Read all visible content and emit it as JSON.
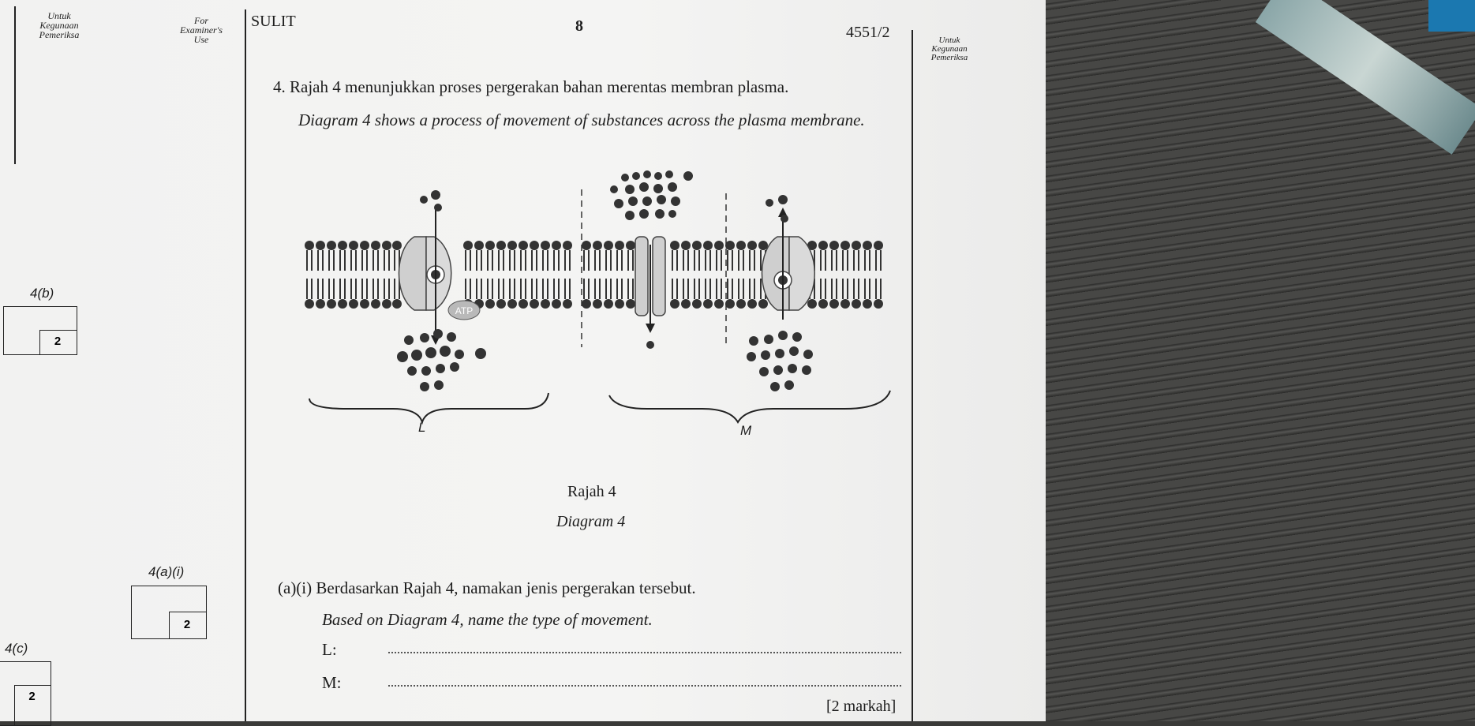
{
  "header": {
    "left_col_1": [
      "Untuk",
      "Kegunaan",
      "Pemeriksa"
    ],
    "left_col_2": [
      "For",
      "Examiner's",
      "Use"
    ],
    "sulit": "SULIT",
    "page_no": "8",
    "paper_code": "4551/2",
    "right_col": [
      "Untuk",
      "Kegunaan",
      "Pemeriksa"
    ]
  },
  "question": {
    "malay": "4. Rajah 4 menunjukkan proses pergerakan bahan merentas membran plasma.",
    "english": "Diagram 4 shows a process of movement of substances across the plasma membrane."
  },
  "diagram": {
    "atp_label": "ATP",
    "label_l": "L",
    "label_m": "M",
    "caption_malay": "Rajah 4",
    "caption_english": "Diagram 4"
  },
  "part_a": {
    "malay": "(a)(i) Berdasarkan Rajah 4, namakan jenis pergerakan tersebut.",
    "english": "Based on Diagram 4, name the type of movement.",
    "answer_l_label": "L:",
    "answer_m_label": "M:",
    "marks": "[2 markah]"
  },
  "margin_boxes": [
    {
      "label": "4(b)",
      "score": "2"
    },
    {
      "label": "4(a)(i)",
      "score": "2"
    },
    {
      "label": "4(c)",
      "score": "2"
    }
  ],
  "colors": {
    "paper": "#f3f3f2",
    "ink": "#1d1d1d",
    "desk": "#3a3a38"
  }
}
